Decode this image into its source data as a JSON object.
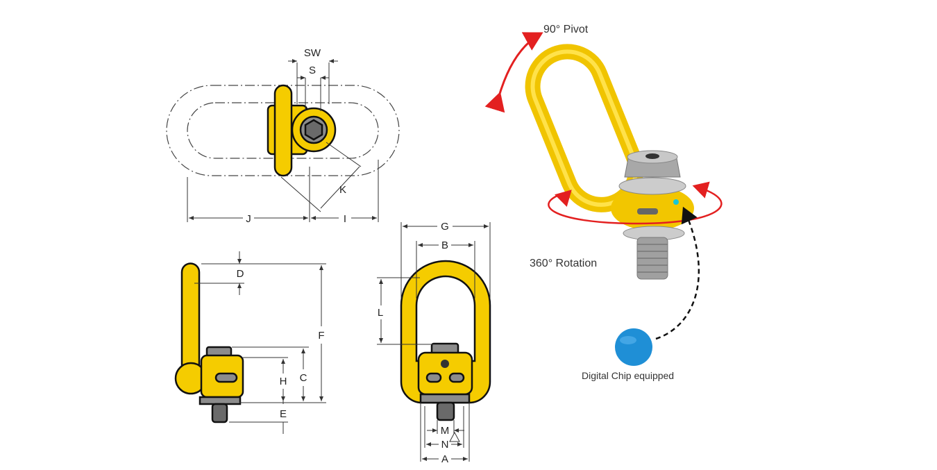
{
  "dimension_labels": {
    "SW": "SW",
    "S": "S",
    "K": "K",
    "J": "J",
    "I": "I",
    "D": "D",
    "F": "F",
    "H": "H",
    "C": "C",
    "E": "E",
    "G": "G",
    "B": "B",
    "L": "L",
    "M": "M",
    "N": "N",
    "A": "A"
  },
  "photo": {
    "pivot_caption": "90° Pivot",
    "rotation_caption": "360° Rotation",
    "chip_caption": "Digital Chip equipped"
  },
  "colors": {
    "product_yellow": "#f5cc00",
    "arrow_red": "#e32020",
    "chip_blue": "#1f8fd6",
    "chip_dot": "#17c6d8"
  }
}
